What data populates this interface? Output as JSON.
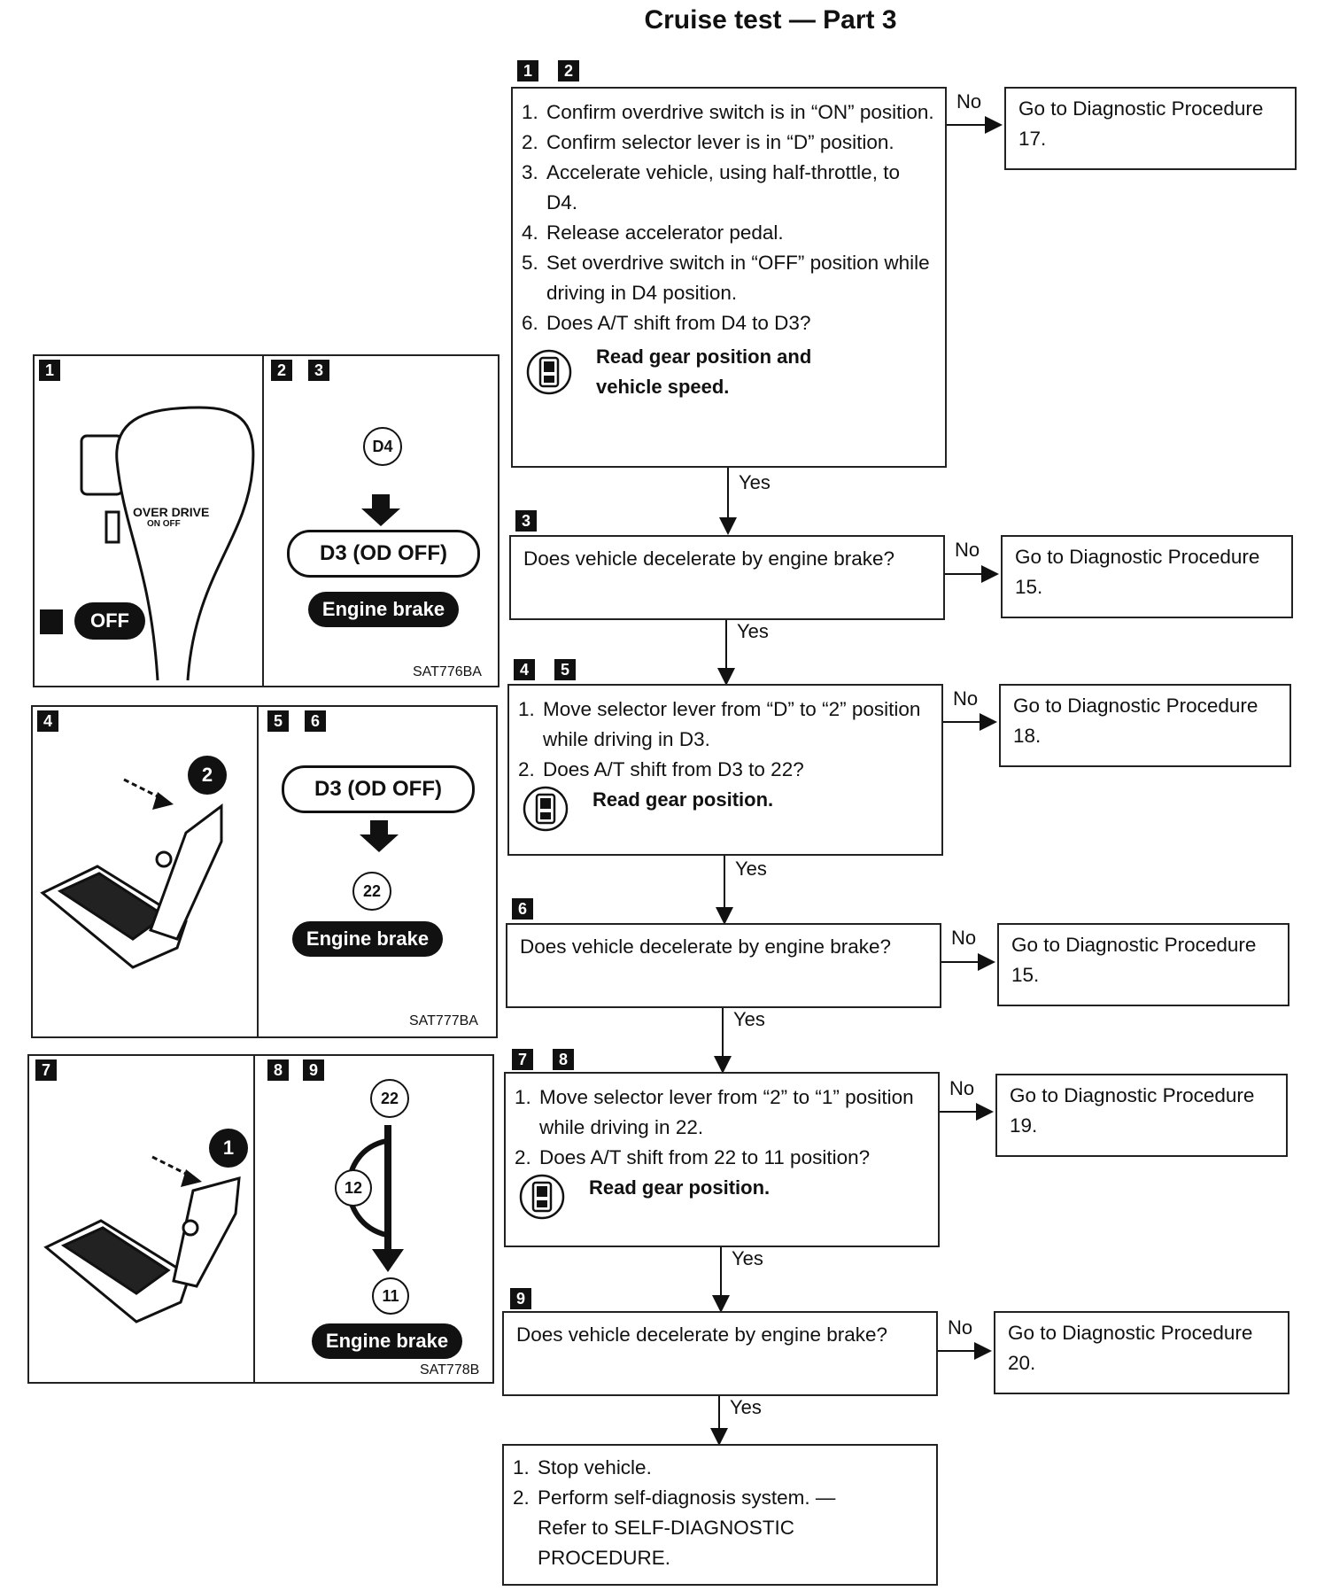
{
  "title": "Cruise test — Part 3",
  "box1": {
    "badges": [
      "1",
      "2"
    ],
    "steps": [
      {
        "n": "1.",
        "t": "Confirm overdrive switch is in “ON” position."
      },
      {
        "n": "2.",
        "t": "Confirm selector lever is in “D” position."
      },
      {
        "n": "3.",
        "t": "Accelerate vehicle, using half-throttle, to D4."
      },
      {
        "n": "4.",
        "t": "Release accelerator pedal."
      },
      {
        "n": "5.",
        "t": "Set overdrive switch in “OFF” position while driving in D4 position."
      },
      {
        "n": "6.",
        "t": "Does A/T shift from D4 to D3?"
      }
    ],
    "hint": "Read gear position and vehicle speed.",
    "goto": "Go to Diagnostic Procedure 17."
  },
  "box2": {
    "badges": [
      "3"
    ],
    "question": "Does vehicle decelerate by engine brake?",
    "goto": "Go to Diagnostic Procedure 15."
  },
  "box3": {
    "badges": [
      "4",
      "5"
    ],
    "steps": [
      {
        "n": "1.",
        "t": "Move selector lever from “D” to “2” position while driving in D3."
      },
      {
        "n": "2.",
        "t": "Does A/T shift from D3 to 22?"
      }
    ],
    "hint": "Read gear position.",
    "goto": "Go to Diagnostic Procedure 18."
  },
  "box4": {
    "badges": [
      "6"
    ],
    "question": "Does vehicle decelerate by engine brake?",
    "goto": "Go to Diagnostic Procedure 15."
  },
  "box5": {
    "badges": [
      "7",
      "8"
    ],
    "steps": [
      {
        "n": "1.",
        "t": "Move selector lever from “2” to “1” position while driving in 22."
      },
      {
        "n": "2.",
        "t": "Does A/T shift from 22 to 11 position?"
      }
    ],
    "hint": "Read gear position.",
    "goto": "Go to Diagnostic Procedure 19."
  },
  "box6": {
    "badges": [
      "9"
    ],
    "question": "Does vehicle decelerate by engine brake?",
    "goto": "Go to Diagnostic Procedure 20."
  },
  "final": {
    "steps": [
      {
        "n": "1.",
        "t": "Stop vehicle."
      },
      {
        "n": "2.",
        "t": "Perform self-diagnosis system. — Refer to SELF-DIAGNOSTIC PROCEDURE."
      }
    ]
  },
  "labels": {
    "no": "No",
    "yes": "Yes"
  },
  "panel1": {
    "badges": [
      "1",
      "2",
      "3"
    ],
    "overdrive_label": "OVER DRIVE",
    "on_off_label": "ON  OFF",
    "off_label": "OFF",
    "d4": "D4",
    "d3_od_off": "D3 (OD OFF)",
    "engine_brake": "Engine brake",
    "code": "SAT776BA"
  },
  "panel2": {
    "badges": [
      "4",
      "5",
      "6"
    ],
    "lever_pos": "2",
    "d3_od_off": "D3 (OD OFF)",
    "gear_22": "22",
    "engine_brake": "Engine brake",
    "code": "SAT777BA"
  },
  "panel3": {
    "badges": [
      "7",
      "8",
      "9"
    ],
    "lever_pos": "1",
    "gear_22": "22",
    "gear_12": "12",
    "gear_11": "11",
    "engine_brake": "Engine brake",
    "code": "SAT778B"
  }
}
